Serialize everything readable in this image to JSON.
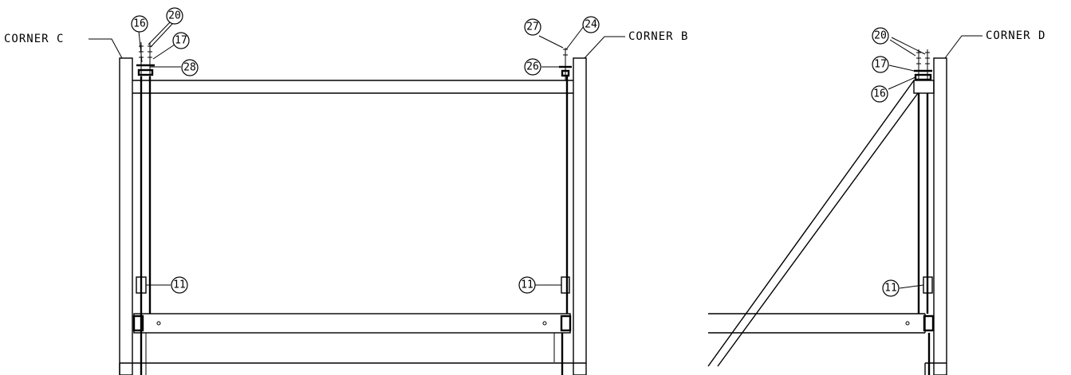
{
  "corners": {
    "c": "CORNER C",
    "b": "CORNER B",
    "d": "CORNER D"
  },
  "callouts": {
    "c16": "16",
    "c20a": "20",
    "c17a": "17",
    "c28": "28",
    "c27": "27",
    "c24": "24",
    "c26": "26",
    "c20b": "20",
    "c17b": "17",
    "c16b": "16",
    "c11a": "11",
    "c11b": "11",
    "c11c": "11"
  }
}
